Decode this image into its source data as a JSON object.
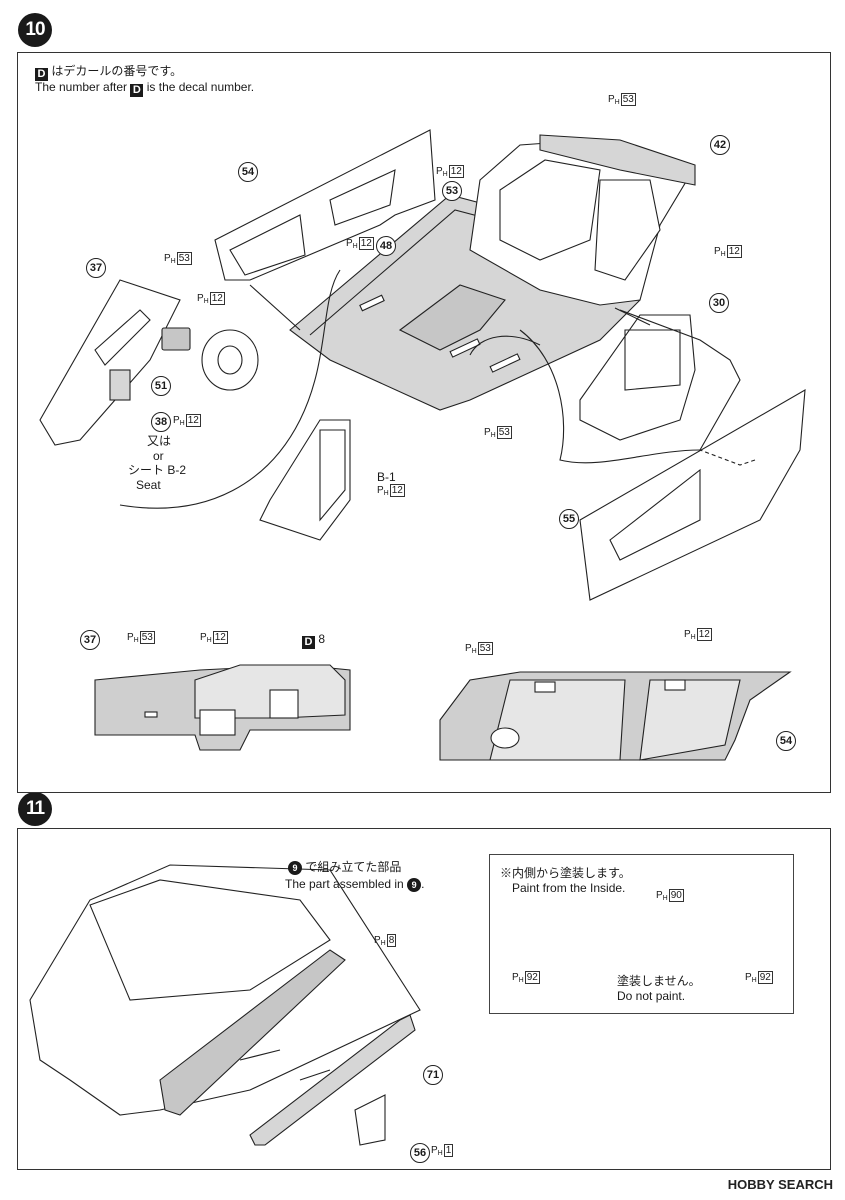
{
  "step10": {
    "badge": "10",
    "note_jp": "はデカールの番号です。",
    "note_en_pre": "The number after",
    "note_en_post": "is the decal number.",
    "decal_letter": "D",
    "labels": {
      "n54": "54",
      "n53": "53",
      "n48": "48",
      "n42": "42",
      "n37": "37",
      "n51": "51",
      "n38": "38",
      "n30": "30",
      "n55": "55",
      "alt_jp": "又は",
      "alt_en": "or",
      "seat_jp": "シート",
      "seat_en": "Seat",
      "seat_part": "B-2",
      "seat_part_b": "B-1"
    },
    "paints": {
      "ph53": "53",
      "ph12": "12"
    },
    "bottom": {
      "n37": "37",
      "n54": "54",
      "decal_num": "8"
    }
  },
  "step11": {
    "badge": "11",
    "assembled_jp": "で組み立てた部品",
    "assembled_en": "The part assembled in",
    "assembled_ref": "9",
    "inset_jp": "※内側から塗装します。",
    "inset_en": "Paint from the Inside.",
    "no_paint_jp": "塗装しません。",
    "no_paint_en": "Do not paint.",
    "n71": "71",
    "n56": "56",
    "ph8": "8",
    "ph90": "90",
    "ph92": "92",
    "ph1": "1"
  },
  "watermark": "HOBBY SEARCH"
}
